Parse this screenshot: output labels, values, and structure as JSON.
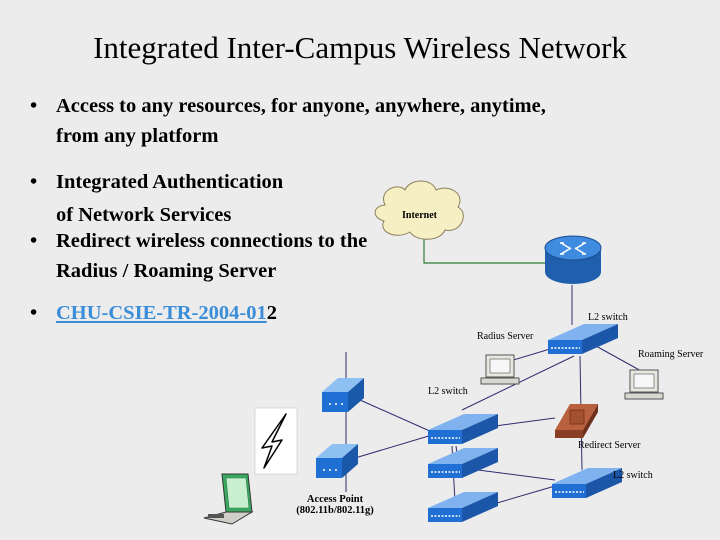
{
  "title": "Integrated Inter-Campus Wireless Network",
  "bullets": [
    {
      "lines": [
        "Access to any resources, for anyone, anywhere, anytime,",
        "from any platform"
      ]
    },
    {
      "lines": [
        "Integrated Authentication",
        "of Network Services"
      ]
    },
    {
      "lines": [
        "Redirect wireless connections to the",
        "Radius / Roaming Server"
      ]
    },
    {
      "link": "CHU-CSIE-TR-2004-01",
      "suffix": "2"
    }
  ],
  "bullet_char": "•",
  "diagram": {
    "internet": "Internet",
    "l2_switch_top": "L2 switch",
    "radius_server": "Radius Server",
    "roaming_server": "Roaming Server",
    "l2_switch_mid": "L2  switch",
    "redirect_server": "Redirect Server",
    "l2_switch_bottom": "L2 switch",
    "access_point_line1": "Access Point",
    "access_point_line2": "(802.11b/802.11g)"
  },
  "colors": {
    "background": "#ececec",
    "link": "#3a8dd8",
    "cloud": "#f7efc4",
    "device_blue": "#1f6fd4",
    "router_blue": "#2f7ad6",
    "redirect_server": "#9a4a2e",
    "internet_link": "#2e7d2e"
  }
}
